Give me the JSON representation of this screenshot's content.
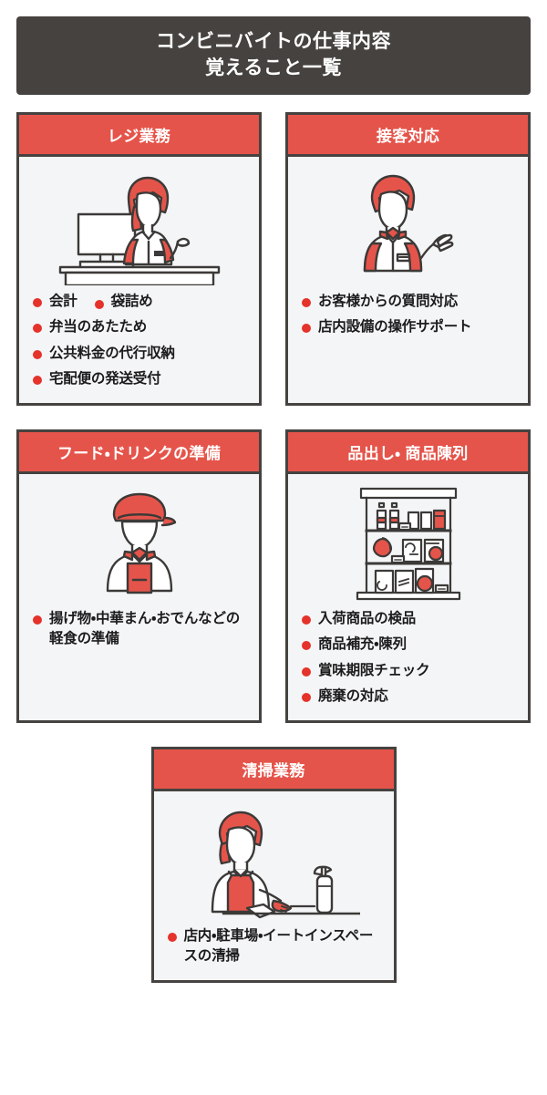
{
  "header": {
    "title_line1": "コンビニバイトの仕事内容",
    "title_line2": "覚えること一覧",
    "background_color": "#454240",
    "text_color": "#ffffff"
  },
  "theme": {
    "accent_red": "#e5544a",
    "bullet_red": "#e5322a",
    "dark": "#454240",
    "card_bg": "#f4f5f7",
    "page_bg": "#ffffff"
  },
  "cards": [
    {
      "title": "レジ業務",
      "icon": "cashier-counter-illustration",
      "items": [
        "会計",
        "袋詰め",
        "弁当のあたため",
        "公共料金の代行収納",
        "宅配便の発送受付"
      ]
    },
    {
      "title": "接客対応",
      "icon": "staff-gesturing-illustration",
      "items": [
        "お客様からの質問対応",
        "店内設備の操作サポート"
      ]
    },
    {
      "title": "フード・ドリンクの準備",
      "icon": "staff-with-cap-apron-illustration",
      "items": [
        "揚げ物・中華まん・おでんなどの軽食の準備"
      ]
    },
    {
      "title": "品出し・ 商品陳列",
      "icon": "store-shelf-illustration",
      "items": [
        "入荷商品の検品",
        "商品補充・陳列",
        "賞味期限チェック",
        "廃棄の対応"
      ]
    },
    {
      "title": "清掃業務",
      "icon": "cleaning-staff-spray-illustration",
      "items": [
        "店内・駐車場・イートインスペースの清掃"
      ]
    }
  ]
}
